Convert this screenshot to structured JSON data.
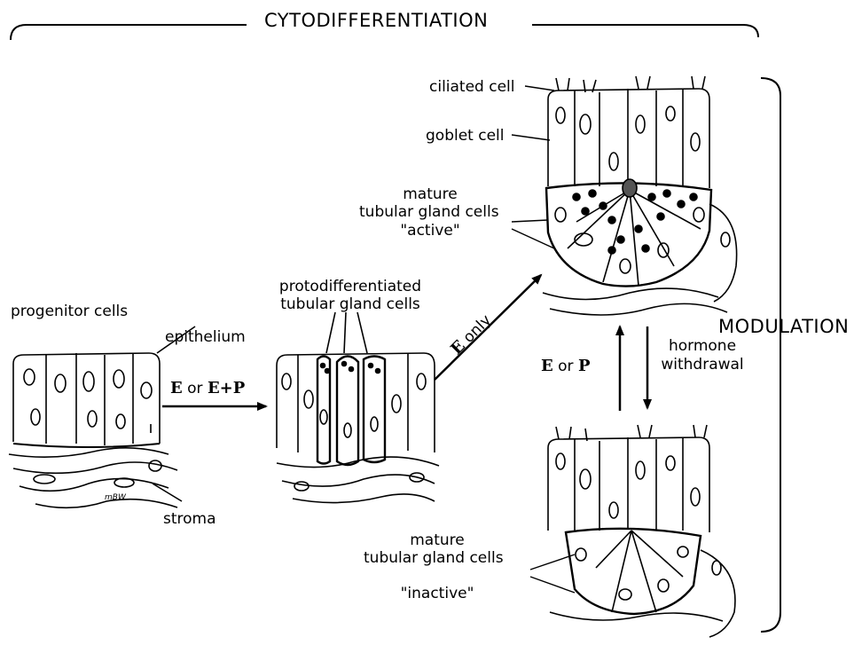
{
  "title": "CYTODIFFERENTIATION",
  "modulation_label": "MODULATION",
  "stages": {
    "progenitor": {
      "title": "progenitor cells",
      "epithelium": "epithelium",
      "stroma": "stroma",
      "signature": "mBW"
    },
    "proto": {
      "title_line1": "protodifferentiated",
      "title_line2": "tubular gland cells"
    },
    "active": {
      "ciliated": "ciliated cell",
      "goblet": "goblet cell",
      "line1": "mature",
      "line2": "tubular gland cells",
      "line3": "\"active\""
    },
    "inactive": {
      "line1": "mature",
      "line2": "tubular gland cells",
      "line3": "\"inactive\""
    }
  },
  "arrows": {
    "e_or_ep": {
      "E": "E",
      "or": " or ",
      "EP": "E+P"
    },
    "e_only": {
      "E": "E",
      "only": " only"
    },
    "e_or_p": {
      "E": "E",
      "or": " or ",
      "P": "P"
    },
    "withdrawal": {
      "line1": "hormone",
      "line2": "withdrawal"
    }
  }
}
